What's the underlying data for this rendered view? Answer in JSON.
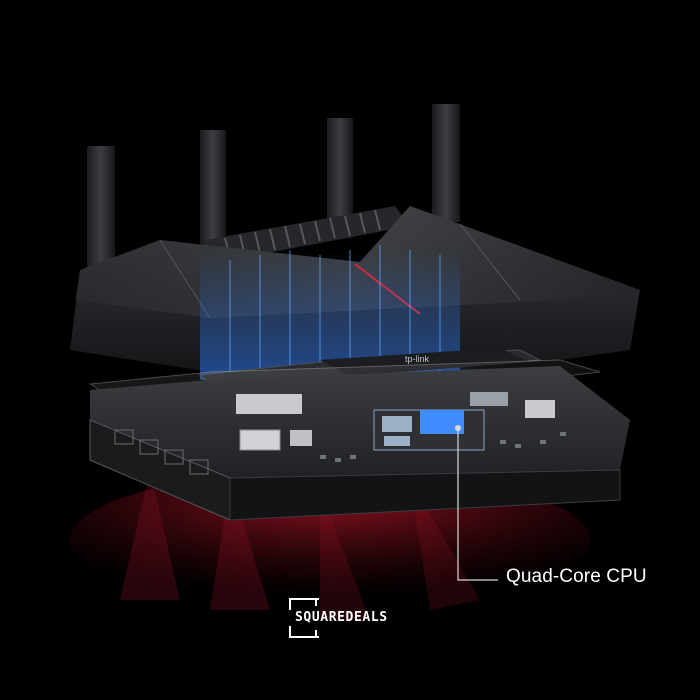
{
  "callout": {
    "label": "Quad-Core CPU"
  },
  "watermark": {
    "logo_text": "SQUAREDEALS"
  },
  "device": {
    "brand_mark": "tp-link"
  },
  "colors": {
    "background": "#000000",
    "body": "#1e1f22",
    "cool_glow": "#2f7dff",
    "warm_glow": "#c0182c",
    "accent_stripe": "#e0242c",
    "callout_line": "#d8d8d8",
    "text": "#ffffff"
  }
}
